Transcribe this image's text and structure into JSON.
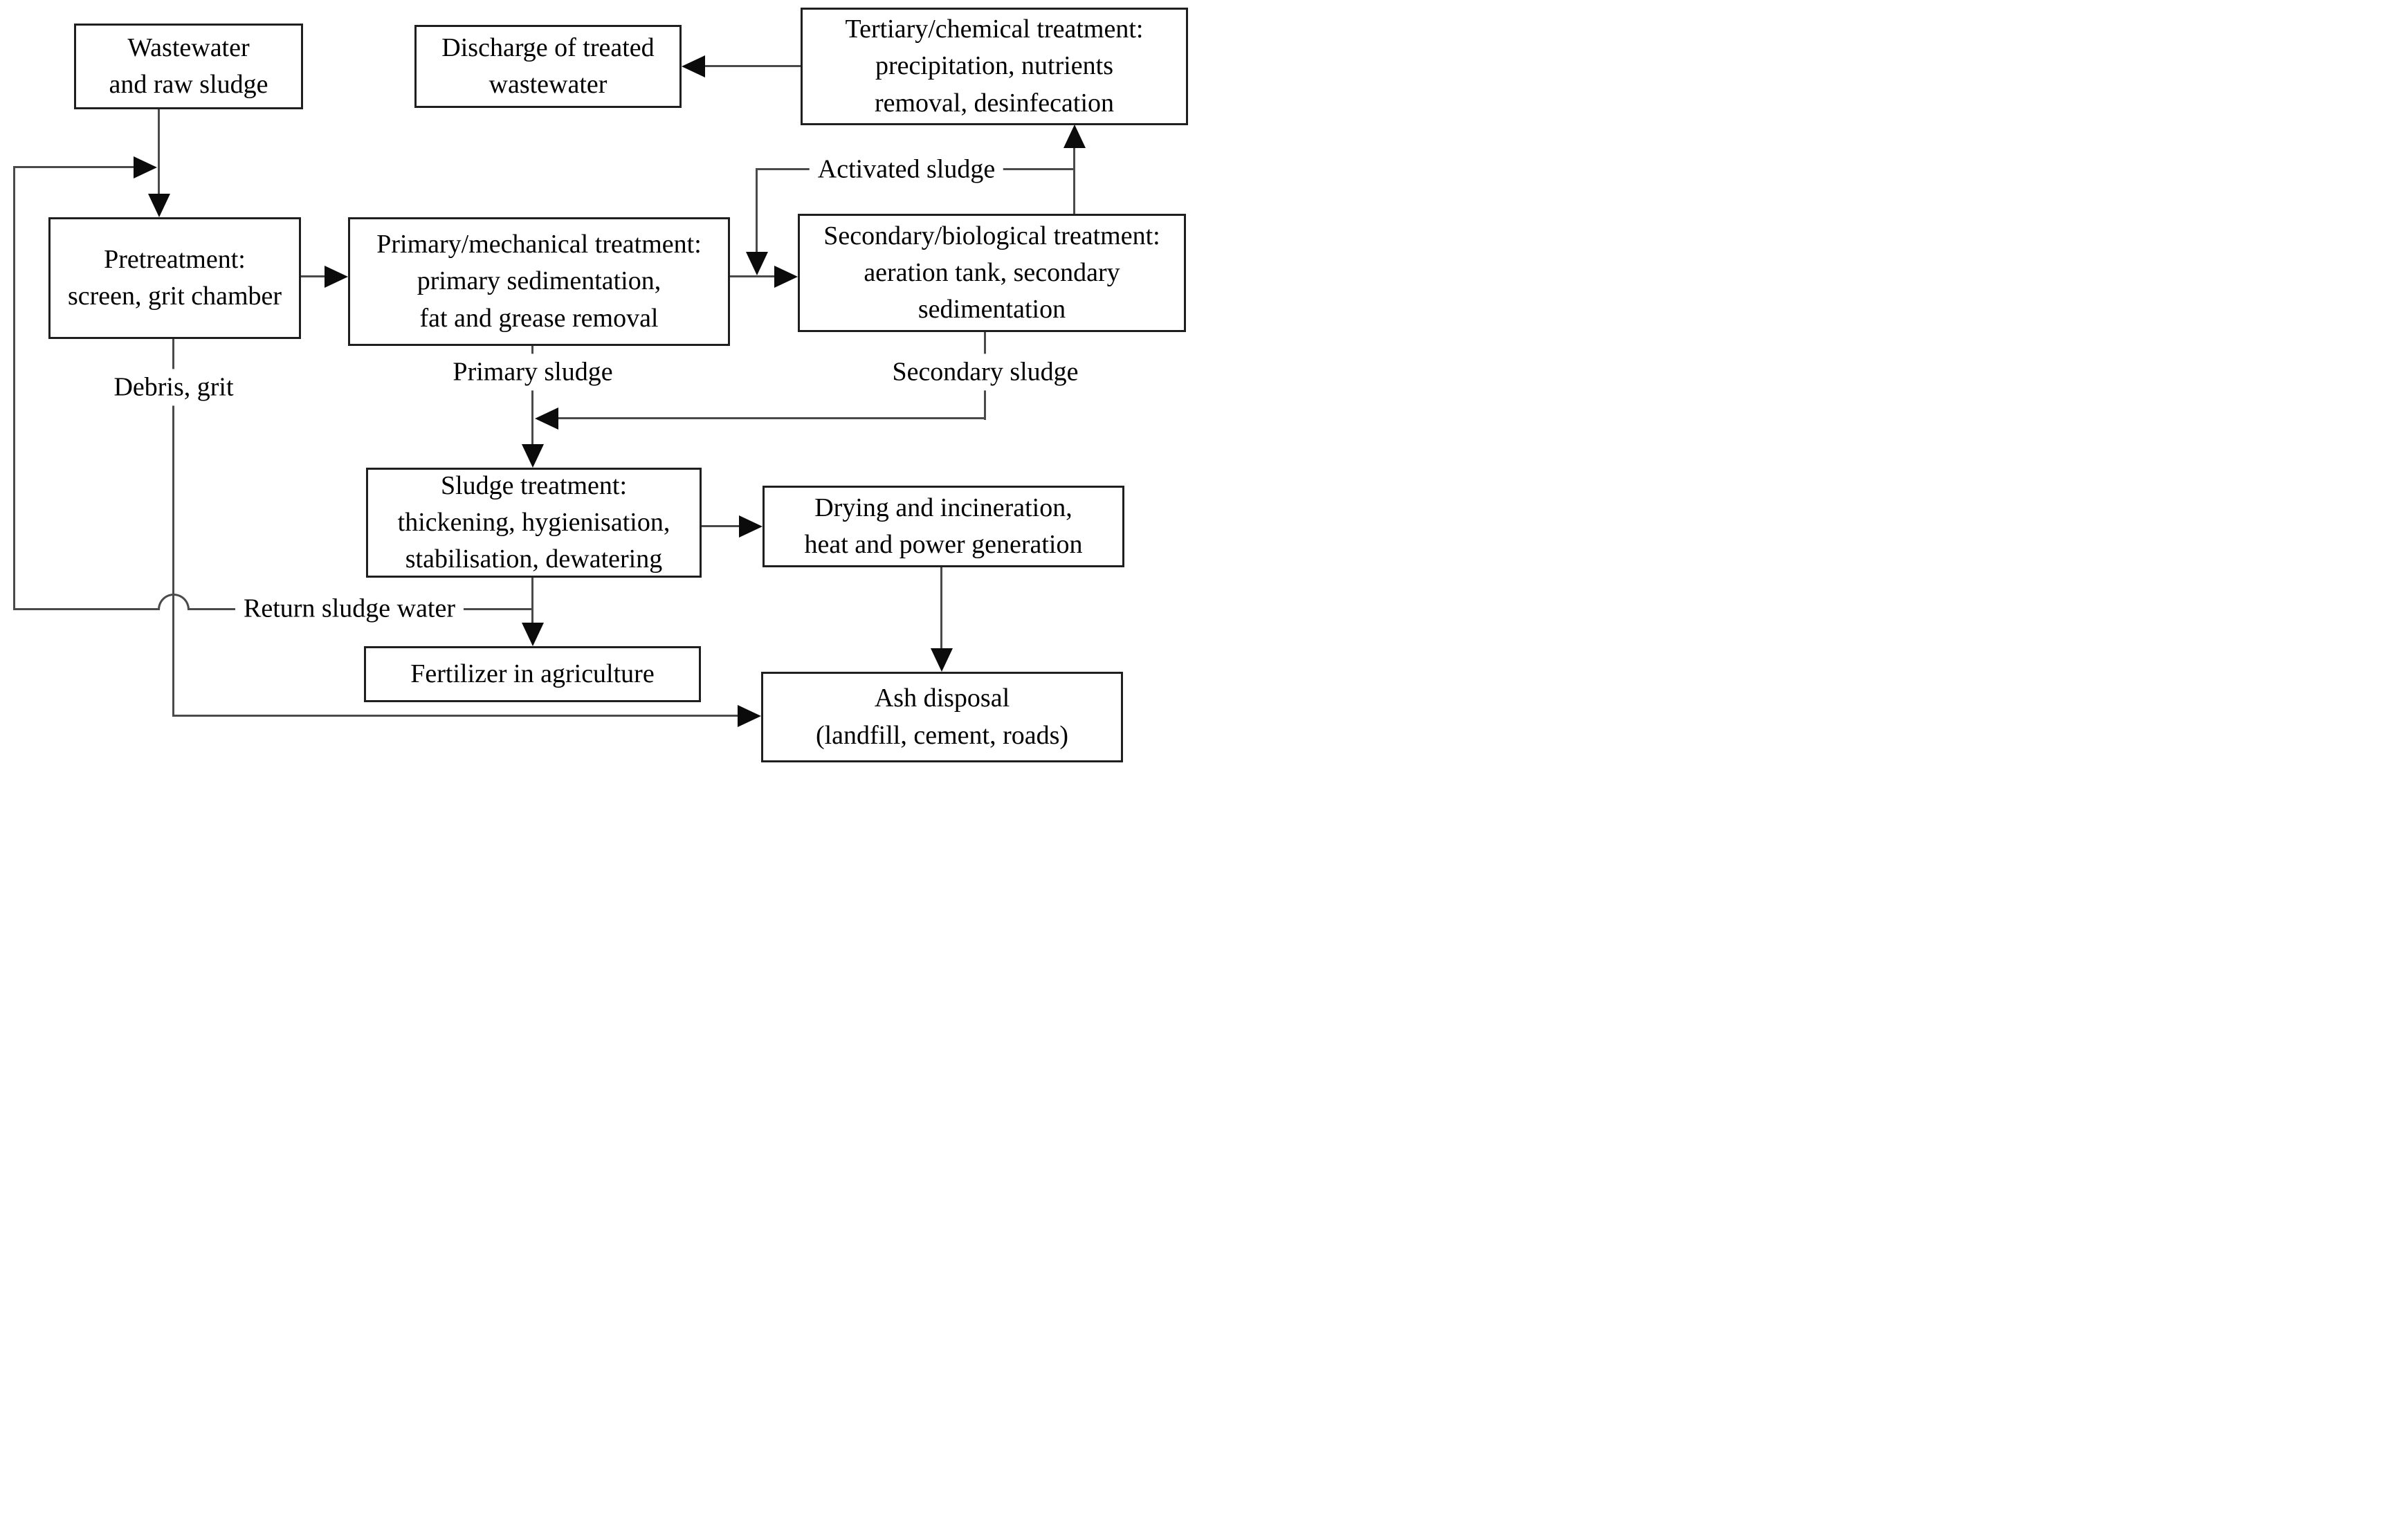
{
  "colors": {
    "background": "#ffffff",
    "box_fill": "#ffffff",
    "box_border": "#1f1f1f",
    "line": "#4a4a4a",
    "arrow": "#0b0b0b",
    "text": "#000000"
  },
  "nodes": {
    "wastewater": {
      "label": "Wastewater\nand raw sludge"
    },
    "discharge": {
      "label": "Discharge of treated\nwastewater"
    },
    "tertiary": {
      "label": "Tertiary/chemical treatment:\nprecipitation, nutrients\nremoval, desinfecation"
    },
    "pretreatment": {
      "label": "Pretreatment:\nscreen, grit chamber"
    },
    "primary": {
      "label": "Primary/mechanical treatment:\nprimary sedimentation,\nfat and grease removal"
    },
    "secondary": {
      "label": "Secondary/biological treatment:\naeration tank, secondary\nsedimentation"
    },
    "sludge_treatment": {
      "label": "Sludge treatment:\nthickening, hygienisation,\nstabilisation, dewatering"
    },
    "drying": {
      "label": "Drying and incineration,\nheat and power generation"
    },
    "fertilizer": {
      "label": "Fertilizer in agriculture"
    },
    "ash_disposal": {
      "label": "Ash disposal\n(landfill, cement, roads)"
    }
  },
  "flow_labels": {
    "activated_sludge": "Activated sludge",
    "primary_sludge": "Primary sludge",
    "secondary_sludge": "Secondary sludge",
    "debris_grit": "Debris, grit",
    "return_sludge_water": "Return sludge water"
  },
  "edges": [
    {
      "from": "wastewater",
      "to": "pretreatment"
    },
    {
      "from": "pretreatment",
      "to": "primary"
    },
    {
      "from": "primary",
      "to": "secondary"
    },
    {
      "from": "secondary",
      "to": "tertiary"
    },
    {
      "from": "secondary",
      "to": "secondary",
      "label": "Activated sludge"
    },
    {
      "from": "tertiary",
      "to": "discharge"
    },
    {
      "from": "primary",
      "to": "sludge_treatment",
      "label": "Primary sludge"
    },
    {
      "from": "secondary",
      "to": "sludge_treatment",
      "label": "Secondary sludge"
    },
    {
      "from": "pretreatment",
      "to": "ash_disposal",
      "label": "Debris, grit"
    },
    {
      "from": "sludge_treatment",
      "to": "drying"
    },
    {
      "from": "sludge_treatment",
      "to": "fertilizer"
    },
    {
      "from": "sludge_treatment",
      "to": "pretreatment",
      "label": "Return sludge water"
    },
    {
      "from": "drying",
      "to": "ash_disposal"
    }
  ]
}
